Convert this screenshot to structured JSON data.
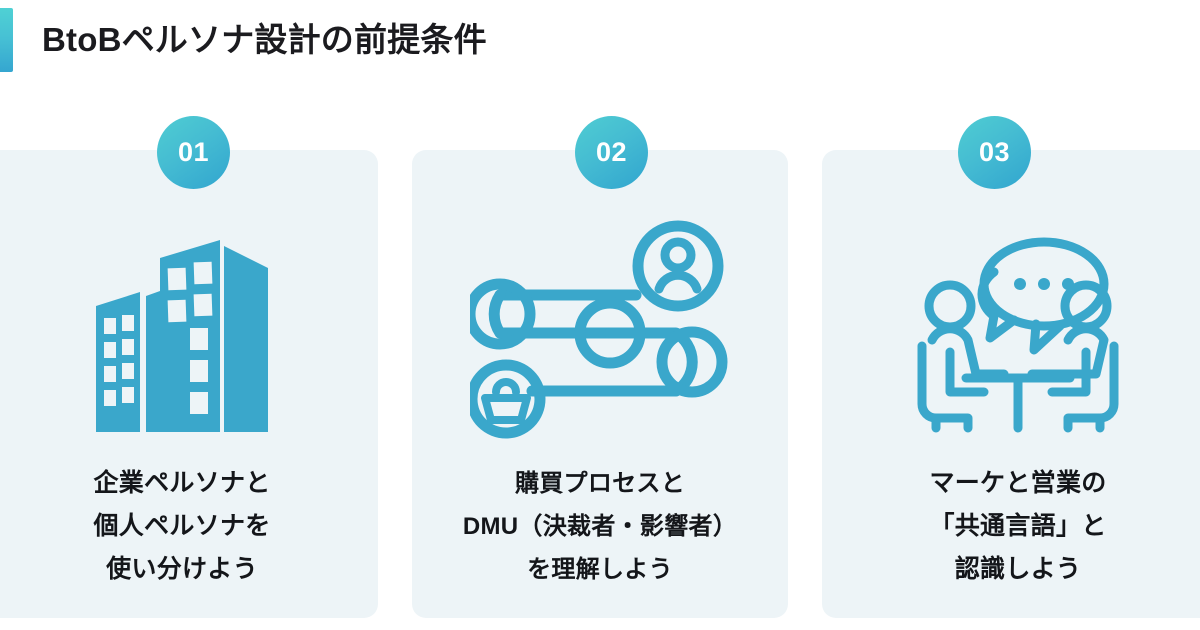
{
  "header": {
    "title": "BtoBペルソナ設計の前提条件",
    "accent_bar_gradient_from": "#4fd1d4",
    "accent_bar_gradient_to": "#35a6d0",
    "title_color": "#1b1b1f"
  },
  "theme": {
    "card_background": "#edf4f7",
    "icon_color": "#3aa7cb",
    "badge_gradient_from": "#4fcdd3",
    "badge_gradient_to": "#31a5cf",
    "badge_text_color": "#ffffff",
    "page_background": "#ffffff"
  },
  "cards": [
    {
      "number": "01",
      "icon": "office-buildings-icon",
      "caption_lines": [
        "企業ペルソナと",
        "個人ペルソナを",
        "使い分けよう"
      ]
    },
    {
      "number": "02",
      "icon": "purchase-process-flow-icon",
      "caption_lines": [
        "購買プロセスと",
        "DMU（決裁者・影響者）",
        "を理解しよう"
      ]
    },
    {
      "number": "03",
      "icon": "two-people-meeting-icon",
      "caption_lines": [
        "マーケと営業の",
        "「共通言語」と",
        "認識しよう"
      ]
    }
  ]
}
